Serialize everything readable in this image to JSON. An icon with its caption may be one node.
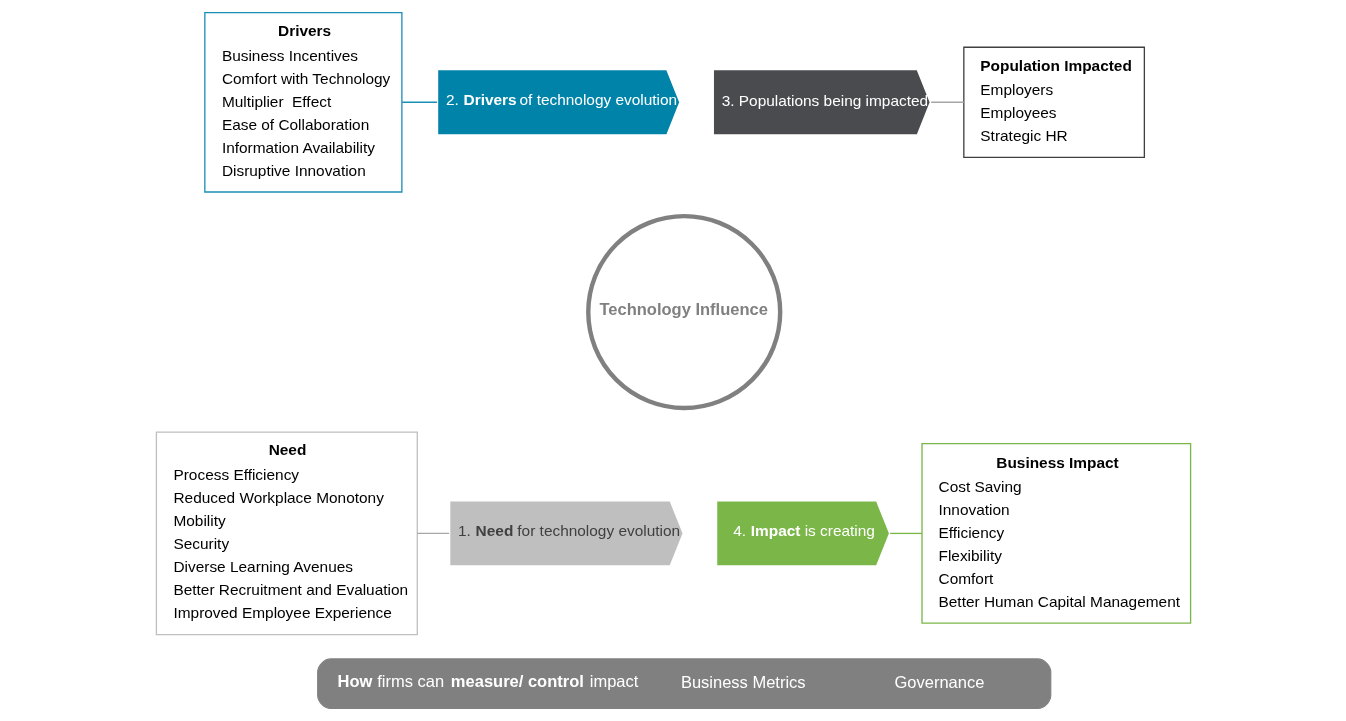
{
  "diagram": {
    "nodes": [
      {
        "text": [
          "Drivers",
          "Business Incentives",
          "Comfort with Technology",
          "Multiplier  Effect",
          "Ease of Collaboration",
          "Information Availability",
          "Disruptive Innovation"
        ]
      },
      {
        "text": [
          "Population Impacted",
          "Employers",
          "Employees",
          "Strategic HR"
        ]
      },
      {
        "text": [
          "Need",
          "Process Efficiency",
          "Reduced Workplace Monotony",
          "Mobility",
          "Security",
          "Diverse Learning Avenues",
          "Better Recruitment and Evaluation",
          "Improved Employee Experience"
        ]
      },
      {
        "text": [
          "Business Impact",
          "Cost Saving",
          "Innovation",
          "Efficiency",
          "Flexibility",
          "Comfort",
          "Better Human Capital Management"
        ]
      },
      {
        "text": [
          "1. **Need** for technology evolution"
        ]
      },
      {
        "text": [
          "2. **Drivers** of technology evolution"
        ]
      },
      {
        "text": [
          "3. Populations being impacted"
        ]
      },
      {
        "text": [
          "4. **Impact** is creating"
        ]
      },
      {
        "text": [
          "Technology Influence"
        ]
      },
      {
        "text": [
          "**How** firms can **measure/ control** impact",
          "Business Metrics",
          "Governance"
        ]
      }
    ],
    "edges": [
      {
        "from": 0,
        "to": 5,
        "arrow": "none",
        "color": "#1a8fb5"
      },
      {
        "from": 1,
        "to": 6,
        "arrow": "none"
      },
      {
        "from": 2,
        "to": 4,
        "arrow": "none"
      },
      {
        "from": 3,
        "to": 7,
        "arrow": "none",
        "color": "#7ab648"
      }
    ]
  }
}
